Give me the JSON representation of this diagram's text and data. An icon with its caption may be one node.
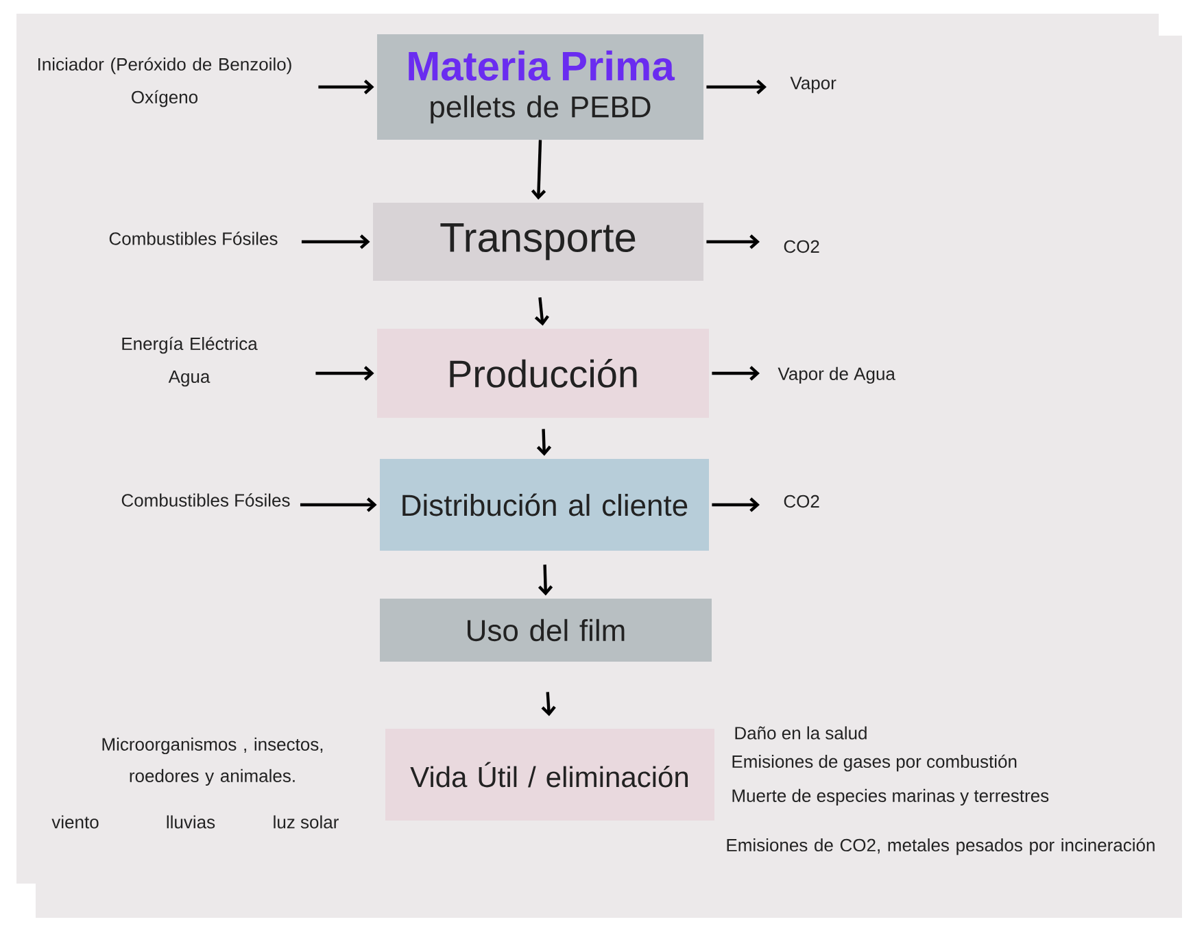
{
  "diagram": {
    "nodes": [
      {
        "text": [
          "Materia Prima",
          "pellets de PEBD"
        ]
      },
      {
        "text": [
          "Transporte"
        ]
      },
      {
        "text": [
          "Producción"
        ]
      },
      {
        "text": [
          "Distribución al cliente"
        ]
      },
      {
        "text": [
          "Uso del film"
        ]
      },
      {
        "text": [
          "Vida Útil / eliminación"
        ]
      },
      {
        "text": [
          "Iniciador (Peróxido de Benzoilo)",
          "Oxígeno"
        ]
      },
      {
        "text": [
          "Vapor"
        ]
      },
      {
        "text": [
          "Combustibles Fósiles"
        ]
      },
      {
        "text": [
          "CO2"
        ]
      },
      {
        "text": [
          "Energía Eléctrica",
          "Agua"
        ]
      },
      {
        "text": [
          "Vapor de Agua"
        ]
      },
      {
        "text": [
          "Combustibles Fósiles"
        ]
      },
      {
        "text": [
          "CO2"
        ]
      }
    ],
    "edges": [
      {
        "from": 0,
        "to": 1,
        "arrow": "to"
      },
      {
        "from": 1,
        "to": 2,
        "arrow": "to"
      },
      {
        "from": 2,
        "to": 3,
        "arrow": "to"
      },
      {
        "from": 3,
        "to": 4,
        "arrow": "to"
      },
      {
        "from": 4,
        "to": 5,
        "arrow": "to"
      },
      {
        "from": 6,
        "to": 0,
        "arrow": "to"
      },
      {
        "from": 0,
        "to": 7,
        "arrow": "to"
      },
      {
        "from": 8,
        "to": 1,
        "arrow": "to"
      },
      {
        "from": 1,
        "to": 9,
        "arrow": "to"
      },
      {
        "from": 10,
        "to": 2,
        "arrow": "to"
      },
      {
        "from": 2,
        "to": 11,
        "arrow": "to"
      },
      {
        "from": 12,
        "to": 3,
        "arrow": "to"
      },
      {
        "from": 3,
        "to": 13,
        "arrow": "to"
      }
    ],
    "labels": [
      "Microorganismos , insectos, roedores y animales.",
      "viento",
      "lluvias",
      "luz solar",
      "Daño en la salud",
      "Emisiones de gases por combustión",
      "Muerte de especies marinas y terrestres",
      "Emisiones de CO2, metales pesados por incineración"
    ]
  }
}
